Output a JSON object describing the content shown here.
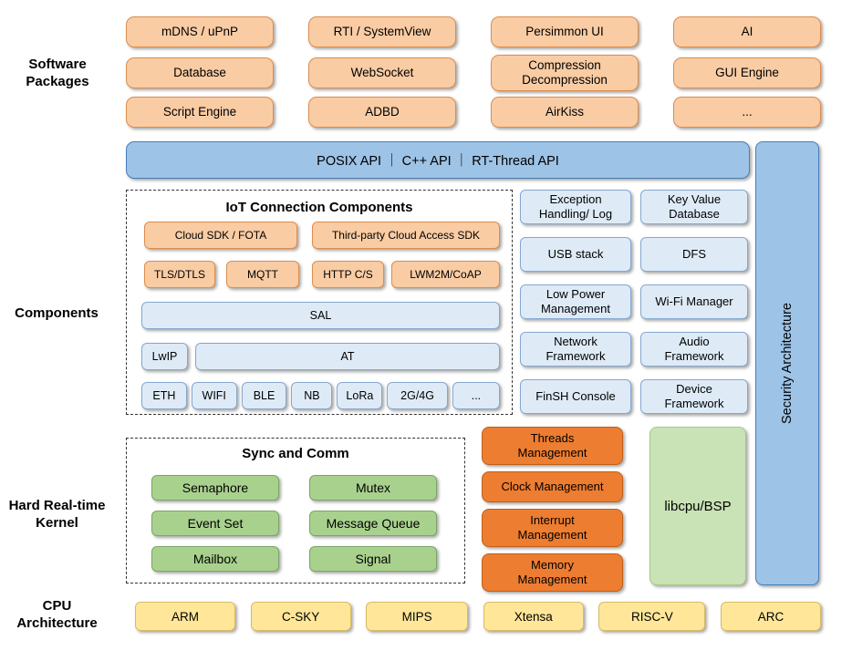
{
  "side_labels": {
    "software_packages": "Software Packages",
    "components": "Components",
    "kernel": "Hard Real-time Kernel",
    "cpu": "CPU Architecture"
  },
  "software_packages": {
    "rows": [
      [
        "mDNS / uPnP",
        "RTI / SystemView",
        "Persimmon UI",
        "AI"
      ],
      [
        "Database",
        "WebSocket",
        "Compression Decompression",
        "GUI Engine"
      ],
      [
        "Script Engine",
        "ADBD",
        "AirKiss",
        "..."
      ]
    ]
  },
  "api_bar": {
    "label": "POSIX API ｜ C++ API ｜ RT-Thread API"
  },
  "security_bar": {
    "label": "Security Architecture"
  },
  "iot": {
    "title": "IoT Connection Components",
    "sdk_row": [
      "Cloud SDK / FOTA",
      "Third-party Cloud Access SDK"
    ],
    "protocol_row": [
      "TLS/DTLS",
      "MQTT",
      "HTTP C/S",
      "LWM2M/CoAP"
    ],
    "sal": "SAL",
    "lwip": "LwIP",
    "at": "AT",
    "link_row": [
      "ETH",
      "WIFI",
      "BLE",
      "NB",
      "LoRa",
      "2G/4G",
      "..."
    ]
  },
  "component_boxes": [
    "Exception Handling/ Log",
    "Key Value Database",
    "USB stack",
    "DFS",
    "Low Power Management",
    "Wi-Fi Manager",
    "Network Framework",
    "Audio Framework",
    "FinSH Console",
    "Device Framework"
  ],
  "kernel": {
    "sync_title": "Sync and Comm",
    "sync_boxes": [
      "Semaphore",
      "Mutex",
      "Event Set",
      "Message Queue",
      "Mailbox",
      "Signal"
    ],
    "management_boxes": [
      "Threads Management",
      "Clock Management",
      "Interrupt Management",
      "Memory Management"
    ],
    "libcpu": "libcpu/BSP"
  },
  "cpu_row": [
    "ARM",
    "C-SKY",
    "MIPS",
    "Xtensa",
    "RISC-V",
    "ARC"
  ],
  "colors": {
    "package_fill": "#F9CCA4",
    "package_border": "#DD8D4E",
    "blue_fill": "#9DC3E6",
    "light_blue_fill": "#DEEBF7",
    "kernel_orange_fill": "#ED7D31",
    "green_fill": "#A9D18E",
    "light_green_fill": "#C9E2B6",
    "yellow_fill": "#FFE699"
  }
}
